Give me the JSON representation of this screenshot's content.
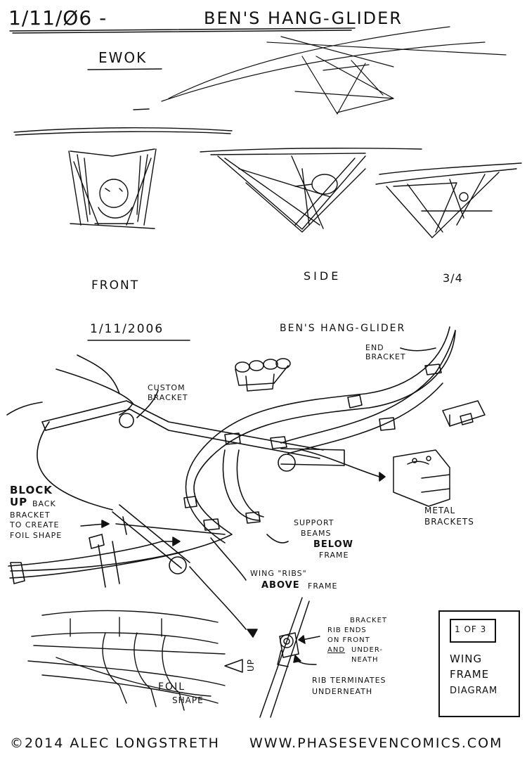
{
  "top_header": {
    "date": "1/11/Ø6 -",
    "title": "BEN'S HANG-GLIDER",
    "subtitle": "EWOK"
  },
  "views": {
    "front": "FRONT",
    "side": "SIDE",
    "three_quarter": "3/4"
  },
  "diagram_header": {
    "date": "1/11/2006",
    "title": "BEN'S HANG-GLIDER"
  },
  "labels": {
    "end_bracket": "END BRACKET",
    "custom_bracket": "CUSTOM BRACKET",
    "block_up_1": "BLOCK",
    "block_up_2": "UP",
    "block_up_3": "BACK",
    "block_up_4": "BRACKET",
    "block_up_5": "TO CREATE",
    "block_up_6": "FOIL SHAPE",
    "metal_brackets_1": "METAL",
    "metal_brackets_2": "BRACKETS",
    "support_1": "SUPPORT",
    "support_2": "BEAMS",
    "support_3": "BELOW",
    "support_4": "FRAME",
    "ribs_1": "WING \"RIBS\"",
    "ribs_2": "ABOVE",
    "ribs_3": "FRAME",
    "bracket_rib_1": "BRACKET",
    "bracket_rib_2": "RIB ENDS",
    "bracket_rib_3": "ON FRONT",
    "bracket_rib_4": "AND",
    "bracket_rib_5": "UNDER-",
    "bracket_rib_6": "NEATH",
    "rib_term_1": "RIB TERMINATES",
    "rib_term_2": "UNDERNEATH",
    "up": "UP",
    "foil_1": "FOIL",
    "foil_2": "SHAPE"
  },
  "page_box": {
    "count": "1 OF 3",
    "line1": "WING",
    "line2": "FRAME",
    "line3": "DIAGRAM"
  },
  "footer": {
    "copyright": "©2014 ALEC LONGSTRETH",
    "url": "WWW.PHASESEVENCOMICS.COM"
  }
}
